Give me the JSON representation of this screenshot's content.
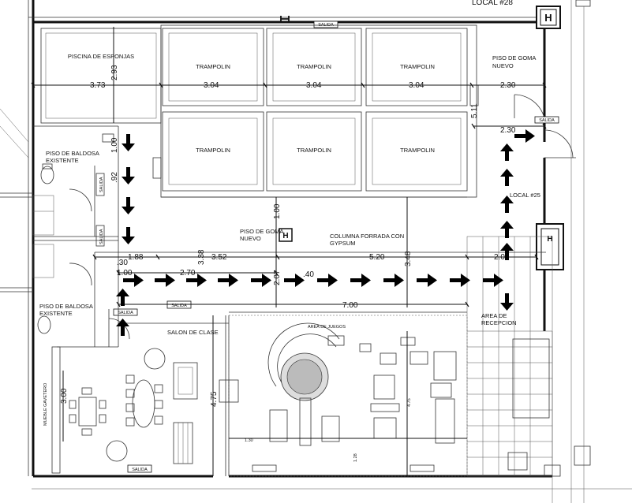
{
  "header": {
    "local_28": "LOCAL #28"
  },
  "rooms": {
    "piscina": "PISCINA DE ESPONJAS",
    "trampolin": "TRAMPOLIN",
    "piso_goma_top_1": "PISO DE GOMA",
    "piso_goma_top_2": "NUEVO",
    "local_25": "LOCAL #25",
    "piso_baldosa_1a": "PISO DE BALDOSA",
    "piso_baldosa_1b": "EXISTENTE",
    "piso_baldosa_2a": "PISO DE BALDOSA",
    "piso_baldosa_2b": "EXISTENTE",
    "piso_goma_mid_1": "PISO DE GOMA",
    "piso_goma_mid_2": "NUEVO",
    "columna_1": "COLUMNA FORRADA CON",
    "columna_2": "GYPSUM",
    "salon": "SALON DE CLASE",
    "area_juegos": "AREA DE JUEGOS",
    "area_recepcion_1": "AREA DE",
    "area_recepcion_2": "RECEPCION",
    "mueble": "MUEBLE GAVETERO"
  },
  "signs": {
    "salida": "SALIDA",
    "hydrant": "H"
  },
  "dimensions": {
    "d373": "3.73",
    "d304a": "3.04",
    "d304b": "3.04",
    "d304c": "3.04",
    "d230a": "2.30",
    "d230b": "2.30",
    "d293": "2.93",
    "d511": "5.11",
    "d100a": "1.00",
    "d92": ".92",
    "d100b": "1.00",
    "d188": "1.88",
    "d352": "3.52",
    "d520": "5.20",
    "d200": "2.00",
    "d338": "3.38",
    "d348": "3.48",
    "d30": ".30",
    "d100c": "1.00",
    "d270": "2.70",
    "d207": "2.07",
    "d40": ".40",
    "d700": "7.00",
    "d300": "3.00",
    "d475a": "4.75",
    "d475b": "4.75",
    "d130": "1.30",
    "d128": "1.28"
  }
}
